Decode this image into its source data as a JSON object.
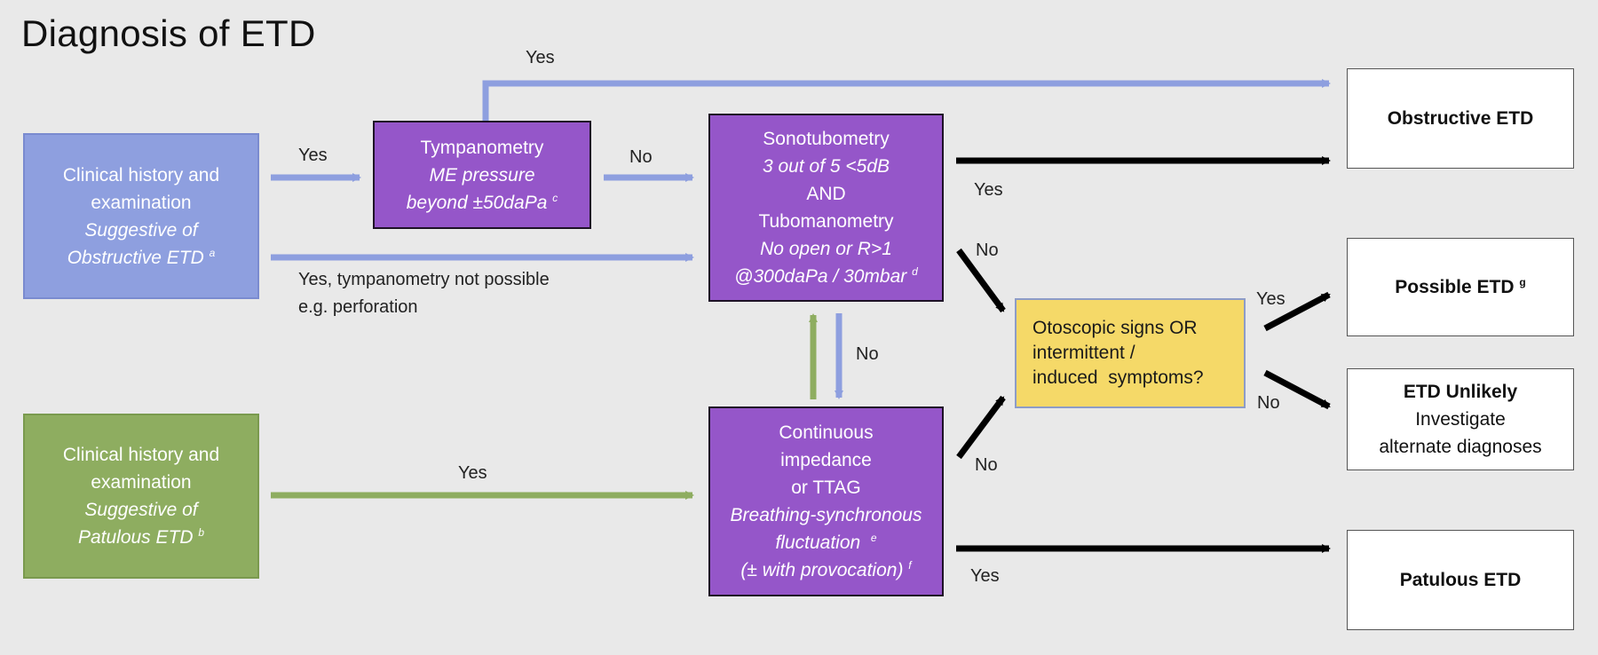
{
  "title": "Diagnosis of ETD",
  "nodes": {
    "obstructive_history": {
      "line1": "Clinical history and",
      "line2": "examination",
      "line3": "Suggestive of",
      "line4": "Obstructive ETD",
      "sup": "a"
    },
    "patulous_history": {
      "line1": "Clinical history and",
      "line2": "examination",
      "line3": "Suggestive of",
      "line4": "Patulous ETD",
      "sup": "b"
    },
    "tympanometry": {
      "line1": "Tympanometry",
      "line2": "ME pressure",
      "line3": "beyond ±50daPa",
      "sup": "c"
    },
    "sonotubometry": {
      "line1": "Sonotubometry",
      "line2": "3 out of 5 <5dB",
      "line3": "AND",
      "line4": "Tubomanometry",
      "line5": "No open or R>1",
      "line6": "@300daPa / 30mbar",
      "sup": "d"
    },
    "impedance": {
      "line1": "Continuous",
      "line2": "impedance",
      "line3": "or TTAG",
      "line4": "Breathing-synchronous",
      "line5": "fluctuation",
      "sup5": "e",
      "line6": "(± with provocation)",
      "sup6": "f"
    },
    "otoscopic": {
      "line1": "Otoscopic signs OR",
      "line2": "intermittent /",
      "line3": "induced  symptoms?"
    },
    "obstructive_etd": {
      "label": "Obstructive ETD"
    },
    "possible_etd": {
      "label": "Possible ETD",
      "sup": "g"
    },
    "etd_unlikely": {
      "line1": "ETD Unlikely",
      "line2": "Investigate",
      "line3": "alternate diagnoses"
    },
    "patulous_etd": {
      "label": "Patulous ETD"
    }
  },
  "edge_labels": {
    "history_to_tymp": "Yes",
    "tymp_to_obstructive": "Yes",
    "tymp_to_sono": "No",
    "history_to_sono_line1": "Yes, tympanometry not possible",
    "history_to_sono_line2": "e.g. perforation",
    "sono_to_obstructive": "Yes",
    "sono_to_otoscopic": "No",
    "sono_to_impedance": "No",
    "impedance_to_otoscopic": "No",
    "patulous_to_impedance": "Yes",
    "otoscopic_to_possible": "Yes",
    "otoscopic_to_unlikely": "No",
    "impedance_to_patulous": "Yes"
  },
  "colors": {
    "background": "#e9e9e9",
    "blue": "#8e9fdf",
    "green": "#8ead60",
    "purple": "#9556c9",
    "yellow": "#f5d968",
    "white": "#ffffff",
    "arrow_black": "#000000"
  }
}
